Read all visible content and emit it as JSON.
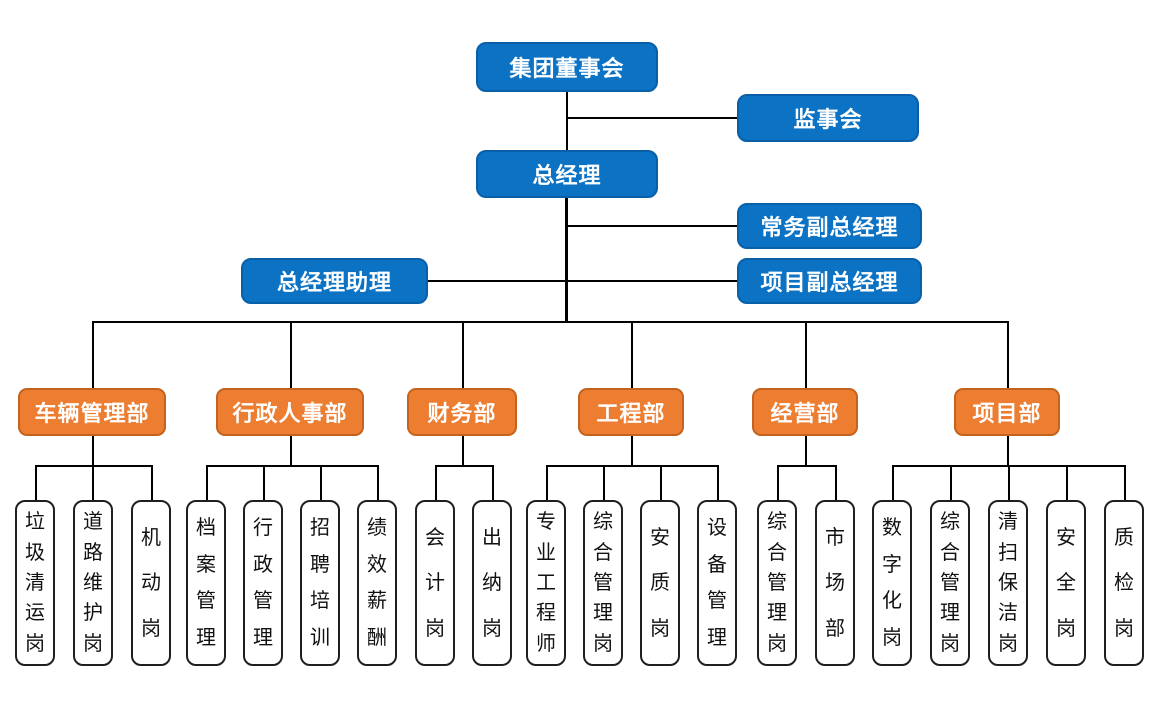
{
  "title": "company-org-chart",
  "palette": {
    "executive_box_fill": "#0B72C4",
    "executive_box_border": "#0A60A8",
    "department_box_fill": "#EC7D31",
    "department_box_border": "#C2631F",
    "position_box_fill": "#FFFFFF",
    "position_box_border": "#1F1F1F",
    "connector_line": "#000000",
    "executive_text": "#FFFFFF",
    "position_text": "#111111"
  },
  "nodes": {
    "board": "集团董事会",
    "supervisory_board": "监事会",
    "general_manager": "总经理",
    "executive_deputy_gm": "常务副总经理",
    "gm_assistant": "总经理助理",
    "project_deputy_gm": "项目副总经理"
  },
  "departments": [
    {
      "name": "车辆管理部",
      "positions": [
        "垃圾清运岗",
        "道路维护岗",
        "机动岗"
      ]
    },
    {
      "name": "行政人事部",
      "positions": [
        "档案管理",
        "行政管理",
        "招聘培训",
        "绩效薪酬"
      ]
    },
    {
      "name": "财务部",
      "positions": [
        "会计岗",
        "出纳岗"
      ]
    },
    {
      "name": "工程部",
      "positions": [
        "专业工程师",
        "综合管理岗",
        "安质岗",
        "设备管理"
      ]
    },
    {
      "name": "经营部",
      "positions": [
        "综合管理岗",
        "市场部"
      ]
    },
    {
      "name": "项目部",
      "positions": [
        "数字化岗",
        "综合管理岗",
        "清扫保洁岗",
        "安全岗",
        "质检岗"
      ]
    }
  ]
}
